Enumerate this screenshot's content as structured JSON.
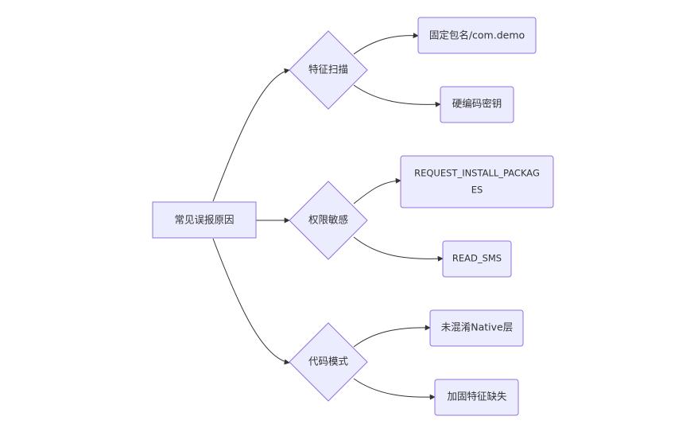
{
  "colors": {
    "node_fill": "#ECECFF",
    "node_stroke": "#9370DB",
    "edge": "#333333",
    "text": "#333333",
    "background": "#FFFFFF"
  },
  "nodes": {
    "root": {
      "label": "常见误报原因"
    },
    "feature_scan": {
      "label": "特征扫描"
    },
    "permission": {
      "label": "权限敏感"
    },
    "code_pattern": {
      "label": "代码模式"
    },
    "fixed_package": {
      "label": "固定包名/com.demo"
    },
    "hardcoded_key": {
      "label": "硬编码密钥"
    },
    "request_install": {
      "line1": "REQUEST_INSTALL_PACKAG",
      "line2": "ES"
    },
    "read_sms": {
      "label": "READ_SMS"
    },
    "native_layer": {
      "label": "未混淆Native层"
    },
    "packer_missing": {
      "label": "加固特征缺失"
    }
  }
}
